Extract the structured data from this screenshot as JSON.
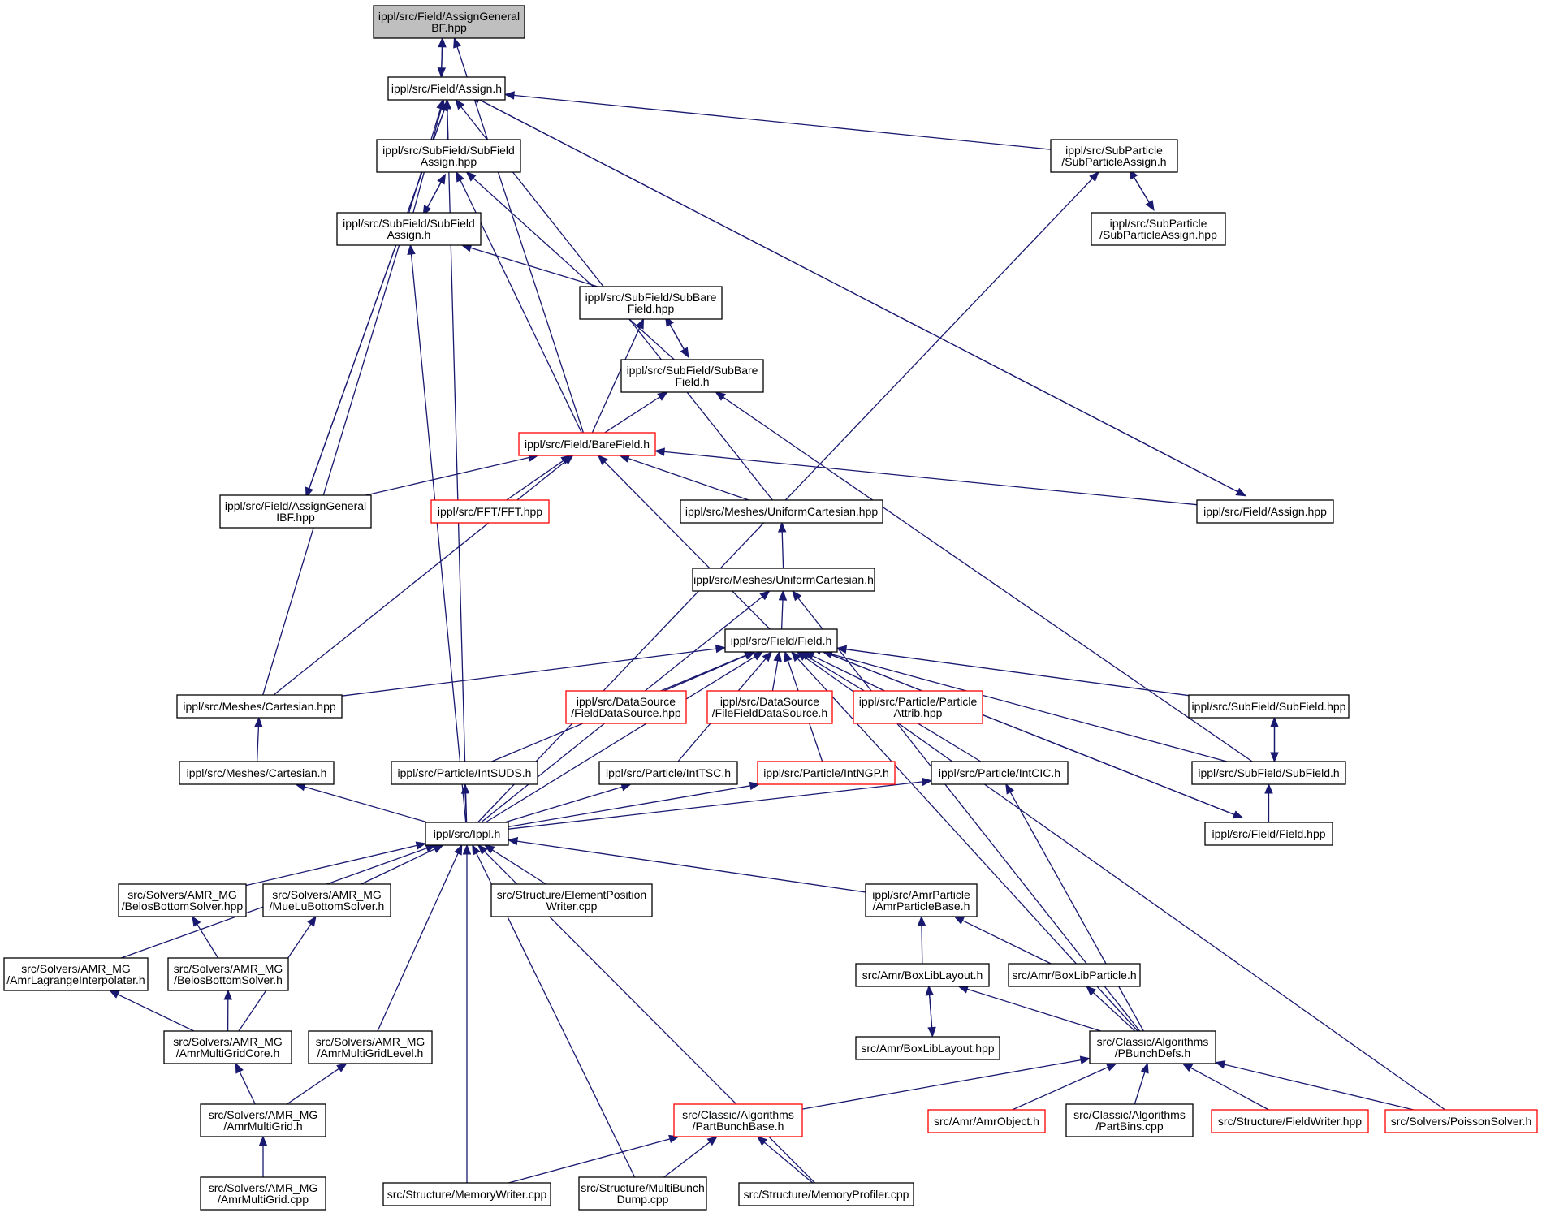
{
  "diagram": {
    "title": "",
    "nodes": [
      {
        "id": "AssignGeneralBF_hpp",
        "lines": [
          "ippl/src/Field/AssignGeneral",
          "BF.hpp"
        ],
        "style": "selected"
      },
      {
        "id": "Assign_h",
        "lines": [
          "ippl/src/Field/Assign.h"
        ],
        "style": "normal"
      },
      {
        "id": "SubFieldAssign_hpp",
        "lines": [
          "ippl/src/SubField/SubField",
          "Assign.hpp"
        ],
        "style": "normal"
      },
      {
        "id": "SubFieldAssign_h",
        "lines": [
          "ippl/src/SubField/SubField",
          "Assign.h"
        ],
        "style": "normal"
      },
      {
        "id": "SubParticleAssign_h",
        "lines": [
          "ippl/src/SubParticle",
          "/SubParticleAssign.h"
        ],
        "style": "normal"
      },
      {
        "id": "SubParticleAssign_hpp",
        "lines": [
          "ippl/src/SubParticle",
          "/SubParticleAssign.hpp"
        ],
        "style": "normal"
      },
      {
        "id": "SubBareField_hpp",
        "lines": [
          "ippl/src/SubField/SubBare",
          "Field.hpp"
        ],
        "style": "normal"
      },
      {
        "id": "SubBareField_h",
        "lines": [
          "ippl/src/SubField/SubBare",
          "Field.h"
        ],
        "style": "normal"
      },
      {
        "id": "BareField_h",
        "lines": [
          "ippl/src/Field/BareField.h"
        ],
        "style": "red"
      },
      {
        "id": "AssignGeneralIBF_hpp",
        "lines": [
          "ippl/src/Field/AssignGeneral",
          "IBF.hpp"
        ],
        "style": "normal"
      },
      {
        "id": "FFT_hpp",
        "lines": [
          "ippl/src/FFT/FFT.hpp"
        ],
        "style": "red"
      },
      {
        "id": "UniformCartesian_hpp",
        "lines": [
          "ippl/src/Meshes/UniformCartesian.hpp"
        ],
        "style": "normal"
      },
      {
        "id": "Assign_hpp",
        "lines": [
          "ippl/src/Field/Assign.hpp"
        ],
        "style": "normal"
      },
      {
        "id": "UniformCartesian_h",
        "lines": [
          "ippl/src/Meshes/UniformCartesian.h"
        ],
        "style": "normal"
      },
      {
        "id": "Field_h",
        "lines": [
          "ippl/src/Field/Field.h"
        ],
        "style": "normal"
      },
      {
        "id": "Cartesian_hpp",
        "lines": [
          "ippl/src/Meshes/Cartesian.hpp"
        ],
        "style": "normal"
      },
      {
        "id": "FieldDataSource_hpp",
        "lines": [
          "ippl/src/DataSource",
          "/FieldDataSource.hpp"
        ],
        "style": "red"
      },
      {
        "id": "FileFieldDataSource_h",
        "lines": [
          "ippl/src/DataSource",
          "/FileFieldDataSource.h"
        ],
        "style": "red"
      },
      {
        "id": "ParticleAttrib_hpp",
        "lines": [
          "ippl/src/Particle/Particle",
          "Attrib.hpp"
        ],
        "style": "red"
      },
      {
        "id": "SubField_hpp",
        "lines": [
          "ippl/src/SubField/SubField.hpp"
        ],
        "style": "normal"
      },
      {
        "id": "Cartesian_h",
        "lines": [
          "ippl/src/Meshes/Cartesian.h"
        ],
        "style": "normal"
      },
      {
        "id": "IntSUDS_h",
        "lines": [
          "ippl/src/Particle/IntSUDS.h"
        ],
        "style": "normal"
      },
      {
        "id": "IntTSC_h",
        "lines": [
          "ippl/src/Particle/IntTSC.h"
        ],
        "style": "normal"
      },
      {
        "id": "IntNGP_h",
        "lines": [
          "ippl/src/Particle/IntNGP.h"
        ],
        "style": "red"
      },
      {
        "id": "IntCIC_h",
        "lines": [
          "ippl/src/Particle/IntCIC.h"
        ],
        "style": "normal"
      },
      {
        "id": "SubField_h",
        "lines": [
          "ippl/src/SubField/SubField.h"
        ],
        "style": "normal"
      },
      {
        "id": "Ippl_h",
        "lines": [
          "ippl/src/Ippl.h"
        ],
        "style": "normal"
      },
      {
        "id": "Field_hpp",
        "lines": [
          "ippl/src/Field/Field.hpp"
        ],
        "style": "normal"
      },
      {
        "id": "BelosBottomSolver_hpp",
        "lines": [
          "src/Solvers/AMR_MG",
          "/BelosBottomSolver.hpp"
        ],
        "style": "normal"
      },
      {
        "id": "MueLuBottomSolver_h",
        "lines": [
          "src/Solvers/AMR_MG",
          "/MueLuBottomSolver.h"
        ],
        "style": "normal"
      },
      {
        "id": "ElementPositionWriter_cpp",
        "lines": [
          "src/Structure/ElementPosition",
          "Writer.cpp"
        ],
        "style": "normal"
      },
      {
        "id": "AmrParticleBase_h",
        "lines": [
          "ippl/src/AmrParticle",
          "/AmrParticleBase.h"
        ],
        "style": "normal"
      },
      {
        "id": "AmrLagrangeInterpolater_h",
        "lines": [
          "src/Solvers/AMR_MG",
          "/AmrLagrangeInterpolater.h"
        ],
        "style": "normal"
      },
      {
        "id": "BelosBottomSolver_h",
        "lines": [
          "src/Solvers/AMR_MG",
          "/BelosBottomSolver.h"
        ],
        "style": "normal"
      },
      {
        "id": "BoxLibLayout_h",
        "lines": [
          "src/Amr/BoxLibLayout.h"
        ],
        "style": "normal"
      },
      {
        "id": "BoxLibParticle_h",
        "lines": [
          "src/Amr/BoxLibParticle.h"
        ],
        "style": "normal"
      },
      {
        "id": "AmrMultiGridCore_h",
        "lines": [
          "src/Solvers/AMR_MG",
          "/AmrMultiGridCore.h"
        ],
        "style": "normal"
      },
      {
        "id": "AmrMultiGridLevel_h",
        "lines": [
          "src/Solvers/AMR_MG",
          "/AmrMultiGridLevel.h"
        ],
        "style": "normal"
      },
      {
        "id": "BoxLibLayout_hpp",
        "lines": [
          "src/Amr/BoxLibLayout.hpp"
        ],
        "style": "normal"
      },
      {
        "id": "PBunchDefs_h",
        "lines": [
          "src/Classic/Algorithms",
          "/PBunchDefs.h"
        ],
        "style": "normal"
      },
      {
        "id": "AmrMultiGrid_h",
        "lines": [
          "src/Solvers/AMR_MG",
          "/AmrMultiGrid.h"
        ],
        "style": "normal"
      },
      {
        "id": "PartBunchBase_h",
        "lines": [
          "src/Classic/Algorithms",
          "/PartBunchBase.h"
        ],
        "style": "red"
      },
      {
        "id": "AmrObject_h",
        "lines": [
          "src/Amr/AmrObject.h"
        ],
        "style": "red"
      },
      {
        "id": "PartBins_cpp",
        "lines": [
          "src/Classic/Algorithms",
          "/PartBins.cpp"
        ],
        "style": "normal"
      },
      {
        "id": "FieldWriter_hpp",
        "lines": [
          "src/Structure/FieldWriter.hpp"
        ],
        "style": "red"
      },
      {
        "id": "PoissonSolver_h",
        "lines": [
          "src/Solvers/PoissonSolver.h"
        ],
        "style": "red"
      },
      {
        "id": "AmrMultiGrid_cpp",
        "lines": [
          "src/Solvers/AMR_MG",
          "/AmrMultiGrid.cpp"
        ],
        "style": "normal"
      },
      {
        "id": "MemoryWriter_cpp",
        "lines": [
          "src/Structure/MemoryWriter.cpp"
        ],
        "style": "normal"
      },
      {
        "id": "MultiBunchDump_cpp",
        "lines": [
          "src/Structure/MultiBunch",
          "Dump.cpp"
        ],
        "style": "normal"
      },
      {
        "id": "MemoryProfiler_cpp",
        "lines": [
          "src/Structure/MemoryProfiler.cpp"
        ],
        "style": "normal"
      }
    ],
    "edges": [
      [
        "Assign_h",
        "AssignGeneralBF_hpp"
      ],
      [
        "AssignGeneralBF_hpp",
        "Assign_h"
      ],
      [
        "AssignGeneralBF_hpp",
        "BareField_h"
      ],
      [
        "Assign_h",
        "SubFieldAssign_hpp"
      ],
      [
        "Assign_h",
        "SubFieldAssign_h"
      ],
      [
        "Assign_h",
        "SubParticleAssign_h"
      ],
      [
        "Assign_h",
        "AssignGeneralIBF_hpp"
      ],
      [
        "AssignGeneralIBF_hpp",
        "Assign_h"
      ],
      [
        "Assign_h",
        "UniformCartesian_hpp"
      ],
      [
        "Assign_h",
        "Cartesian_hpp"
      ],
      [
        "Assign_h",
        "Ippl_h"
      ],
      [
        "Assign_h",
        "Assign_hpp"
      ],
      [
        "Assign_hpp",
        "Assign_h"
      ],
      [
        "SubFieldAssign_hpp",
        "SubFieldAssign_h"
      ],
      [
        "SubFieldAssign_h",
        "SubFieldAssign_hpp"
      ],
      [
        "SubFieldAssign_hpp",
        "BareField_h"
      ],
      [
        "SubFieldAssign_hpp",
        "SubBareField_h"
      ],
      [
        "SubFieldAssign_h",
        "SubBareField_hpp"
      ],
      [
        "SubFieldAssign_h",
        "Ippl_h"
      ],
      [
        "SubParticleAssign_h",
        "SubParticleAssign_hpp"
      ],
      [
        "SubParticleAssign_hpp",
        "SubParticleAssign_h"
      ],
      [
        "SubParticleAssign_h",
        "Ippl_h"
      ],
      [
        "SubBareField_hpp",
        "SubBareField_h"
      ],
      [
        "SubBareField_h",
        "SubBareField_hpp"
      ],
      [
        "SubBareField_hpp",
        "BareField_h"
      ],
      [
        "SubBareField_h",
        "BareField_h"
      ],
      [
        "SubBareField_h",
        "SubField_h"
      ],
      [
        "BareField_h",
        "AssignGeneralIBF_hpp"
      ],
      [
        "BareField_h",
        "FFT_hpp"
      ],
      [
        "BareField_h",
        "UniformCartesian_hpp"
      ],
      [
        "BareField_h",
        "Assign_hpp"
      ],
      [
        "BareField_h",
        "Cartesian_hpp"
      ],
      [
        "BareField_h",
        "Field_h"
      ],
      [
        "UniformCartesian_hpp",
        "UniformCartesian_h"
      ],
      [
        "UniformCartesian_h",
        "Field_h"
      ],
      [
        "UniformCartesian_h",
        "Ippl_h"
      ],
      [
        "UniformCartesian_h",
        "PBunchDefs_h"
      ],
      [
        "Field_h",
        "Cartesian_hpp"
      ],
      [
        "Field_h",
        "FieldDataSource_hpp"
      ],
      [
        "Field_h",
        "FileFieldDataSource_h"
      ],
      [
        "Field_h",
        "ParticleAttrib_hpp"
      ],
      [
        "Field_h",
        "SubField_hpp"
      ],
      [
        "Field_h",
        "SubField_h"
      ],
      [
        "Field_h",
        "IntSUDS_h"
      ],
      [
        "Field_h",
        "IntTSC_h"
      ],
      [
        "Field_h",
        "IntNGP_h"
      ],
      [
        "Field_h",
        "IntCIC_h"
      ],
      [
        "Field_h",
        "Ippl_h"
      ],
      [
        "Field_h",
        "Field_hpp"
      ],
      [
        "Field_hpp",
        "Field_h"
      ],
      [
        "Field_h",
        "PBunchDefs_h"
      ],
      [
        "Field_h",
        "PoissonSolver_h"
      ],
      [
        "Cartesian_hpp",
        "Cartesian_h"
      ],
      [
        "SubField_hpp",
        "SubField_h"
      ],
      [
        "SubField_h",
        "SubField_hpp"
      ],
      [
        "SubField_h",
        "Field_hpp"
      ],
      [
        "Cartesian_h",
        "Ippl_h"
      ],
      [
        "IntSUDS_h",
        "Ippl_h"
      ],
      [
        "IntTSC_h",
        "Ippl_h"
      ],
      [
        "IntNGP_h",
        "Ippl_h"
      ],
      [
        "IntCIC_h",
        "Ippl_h"
      ],
      [
        "IntCIC_h",
        "PBunchDefs_h"
      ],
      [
        "Ippl_h",
        "AmrLagrangeInterpolater_h"
      ],
      [
        "Ippl_h",
        "BelosBottomSolver_hpp"
      ],
      [
        "Ippl_h",
        "MueLuBottomSolver_h"
      ],
      [
        "Ippl_h",
        "AmrMultiGridLevel_h"
      ],
      [
        "Ippl_h",
        "ElementPositionWriter_cpp"
      ],
      [
        "Ippl_h",
        "MemoryWriter_cpp"
      ],
      [
        "Ippl_h",
        "MultiBunchDump_cpp"
      ],
      [
        "Ippl_h",
        "MemoryProfiler_cpp"
      ],
      [
        "Ippl_h",
        "AmrParticleBase_h"
      ],
      [
        "BelosBottomSolver_hpp",
        "BelosBottomSolver_h"
      ],
      [
        "MueLuBottomSolver_h",
        "AmrMultiGridCore_h"
      ],
      [
        "AmrLagrangeInterpolater_h",
        "AmrMultiGridCore_h"
      ],
      [
        "BelosBottomSolver_h",
        "AmrMultiGridCore_h"
      ],
      [
        "AmrMultiGridCore_h",
        "AmrMultiGrid_h"
      ],
      [
        "AmrMultiGridLevel_h",
        "AmrMultiGrid_h"
      ],
      [
        "AmrMultiGrid_h",
        "AmrMultiGrid_cpp"
      ],
      [
        "AmrParticleBase_h",
        "BoxLibLayout_h"
      ],
      [
        "AmrParticleBase_h",
        "BoxLibParticle_h"
      ],
      [
        "BoxLibLayout_h",
        "BoxLibLayout_hpp"
      ],
      [
        "BoxLibLayout_hpp",
        "BoxLibLayout_h"
      ],
      [
        "BoxLibLayout_h",
        "PBunchDefs_h"
      ],
      [
        "BoxLibParticle_h",
        "PBunchDefs_h"
      ],
      [
        "PBunchDefs_h",
        "PartBunchBase_h"
      ],
      [
        "PBunchDefs_h",
        "AmrObject_h"
      ],
      [
        "PBunchDefs_h",
        "PartBins_cpp"
      ],
      [
        "PBunchDefs_h",
        "FieldWriter_hpp"
      ],
      [
        "PBunchDefs_h",
        "PoissonSolver_h"
      ],
      [
        "PartBunchBase_h",
        "MemoryWriter_cpp"
      ],
      [
        "PartBunchBase_h",
        "MultiBunchDump_cpp"
      ],
      [
        "PartBunchBase_h",
        "MemoryProfiler_cpp"
      ]
    ]
  }
}
